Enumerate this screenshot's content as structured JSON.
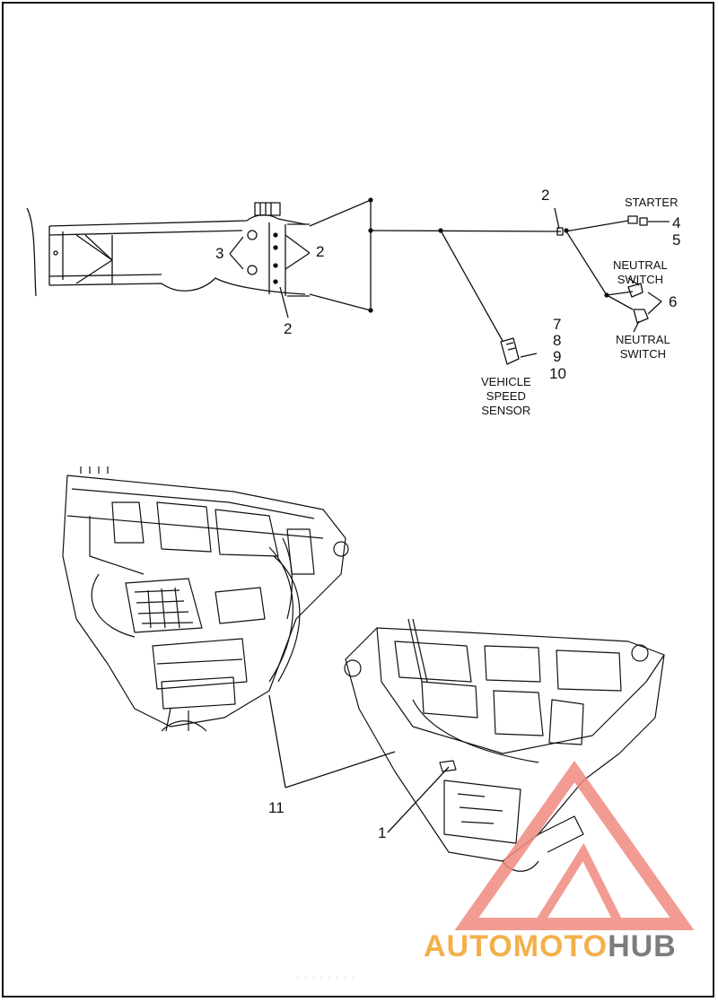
{
  "labels": {
    "ref_2_connector": "2",
    "ref_2_frame_right": "2",
    "ref_2_frame_bottom": "2",
    "ref_3": "3",
    "ref_4": "4",
    "ref_5": "5",
    "ref_6": "6",
    "ref_7": "7",
    "ref_8": "8",
    "ref_9": "9",
    "ref_10": "10",
    "ref_11": "11",
    "ref_1": "1",
    "starter": "STARTER",
    "neutral_switch_top_line1": "NEUTRAL",
    "neutral_switch_top_line2": "SWITCH",
    "neutral_switch_bottom_line1": "NEUTRAL",
    "neutral_switch_bottom_line2": "SWITCH",
    "vss_line1": "VEHICLE",
    "vss_line2": "SPEED",
    "vss_line3": "SENSOR"
  },
  "watermark": {
    "part1": "AUTOMOTO",
    "part2": "HUB",
    "color_accent": "#f3b04a",
    "color_dark": "#7d7d7d",
    "triangle_color": "#f08a80"
  },
  "footer_text": "· · ·  · ·  · · ·"
}
